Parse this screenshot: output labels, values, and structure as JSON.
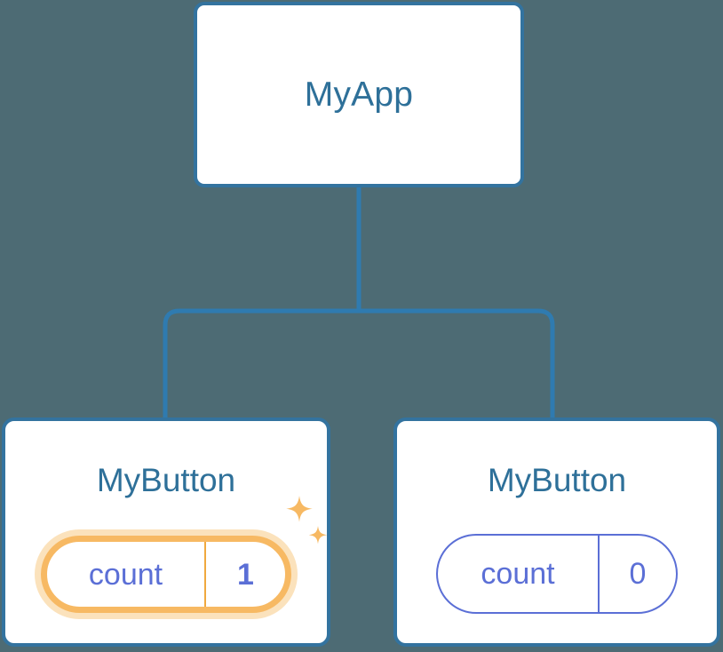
{
  "diagram": {
    "type": "component-tree",
    "background_color": "#4d6b74",
    "connector_color": "#2f7bb0",
    "card_border_color": "#33739f",
    "title_color": "#2e7099",
    "state_color": "#5b6fd6",
    "highlight_color": "#f7b963",
    "highlight_glow_color": "#fbe2bc"
  },
  "root": {
    "title": "MyApp"
  },
  "children": [
    {
      "title": "MyButton",
      "state": {
        "key": "count",
        "value": "1"
      },
      "highlighted": true,
      "sparkle_icons": [
        "sparkle-large-icon",
        "sparkle-small-icon"
      ]
    },
    {
      "title": "MyButton",
      "state": {
        "key": "count",
        "value": "0"
      },
      "highlighted": false
    }
  ]
}
